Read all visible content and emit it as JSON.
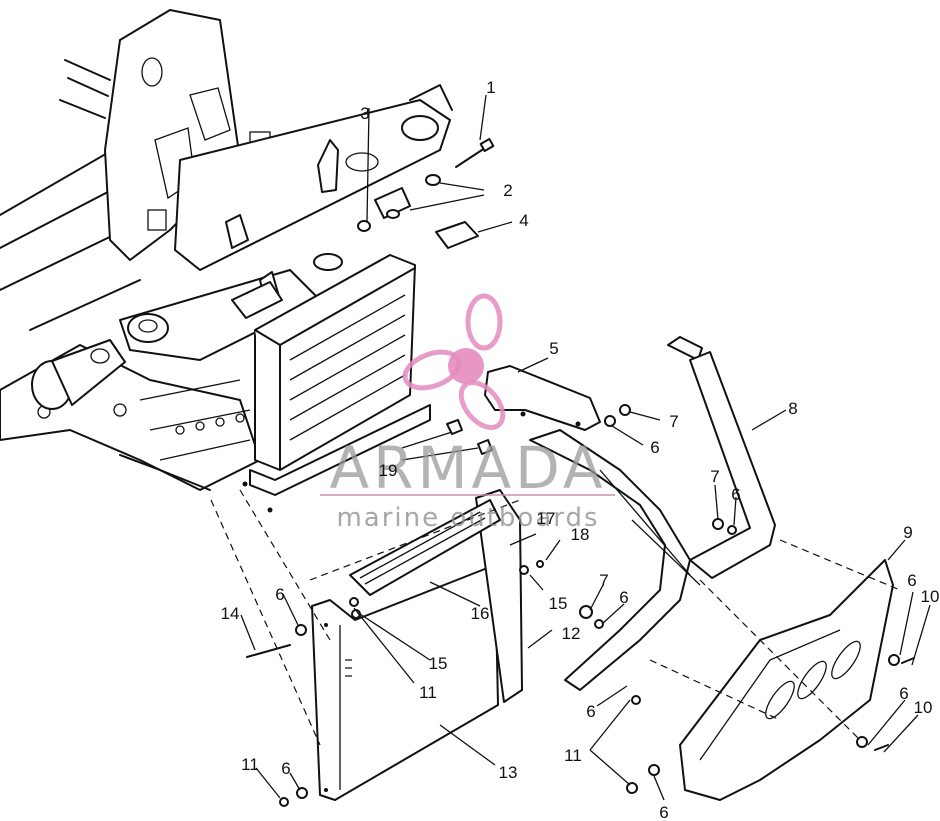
{
  "callouts": [
    {
      "id": "c1",
      "text": "1"
    },
    {
      "id": "c2",
      "text": "2"
    },
    {
      "id": "c3",
      "text": "3"
    },
    {
      "id": "c4",
      "text": "4"
    },
    {
      "id": "c5",
      "text": "5"
    },
    {
      "id": "c6a",
      "text": "6"
    },
    {
      "id": "c6b",
      "text": "6"
    },
    {
      "id": "c6c",
      "text": "6"
    },
    {
      "id": "c6d",
      "text": "6"
    },
    {
      "id": "c6e",
      "text": "6"
    },
    {
      "id": "c6f",
      "text": "6"
    },
    {
      "id": "c6g",
      "text": "6"
    },
    {
      "id": "c6h",
      "text": "6"
    },
    {
      "id": "c6i",
      "text": "6"
    },
    {
      "id": "c7a",
      "text": "7"
    },
    {
      "id": "c7b",
      "text": "7"
    },
    {
      "id": "c7c",
      "text": "7"
    },
    {
      "id": "c8",
      "text": "8"
    },
    {
      "id": "c9",
      "text": "9"
    },
    {
      "id": "c10a",
      "text": "10"
    },
    {
      "id": "c10b",
      "text": "10"
    },
    {
      "id": "c11a",
      "text": "11"
    },
    {
      "id": "c11b",
      "text": "11"
    },
    {
      "id": "c11c",
      "text": "11"
    },
    {
      "id": "c12",
      "text": "12"
    },
    {
      "id": "c13",
      "text": "13"
    },
    {
      "id": "c14",
      "text": "14"
    },
    {
      "id": "c15a",
      "text": "15"
    },
    {
      "id": "c15b",
      "text": "15"
    },
    {
      "id": "c16",
      "text": "16"
    },
    {
      "id": "c17",
      "text": "17"
    },
    {
      "id": "c18",
      "text": "18"
    },
    {
      "id": "c19",
      "text": "19"
    }
  ],
  "watermark": {
    "title": "ARMADA",
    "subtitle": "marine outboards",
    "logo_color": "#e48bbf"
  }
}
